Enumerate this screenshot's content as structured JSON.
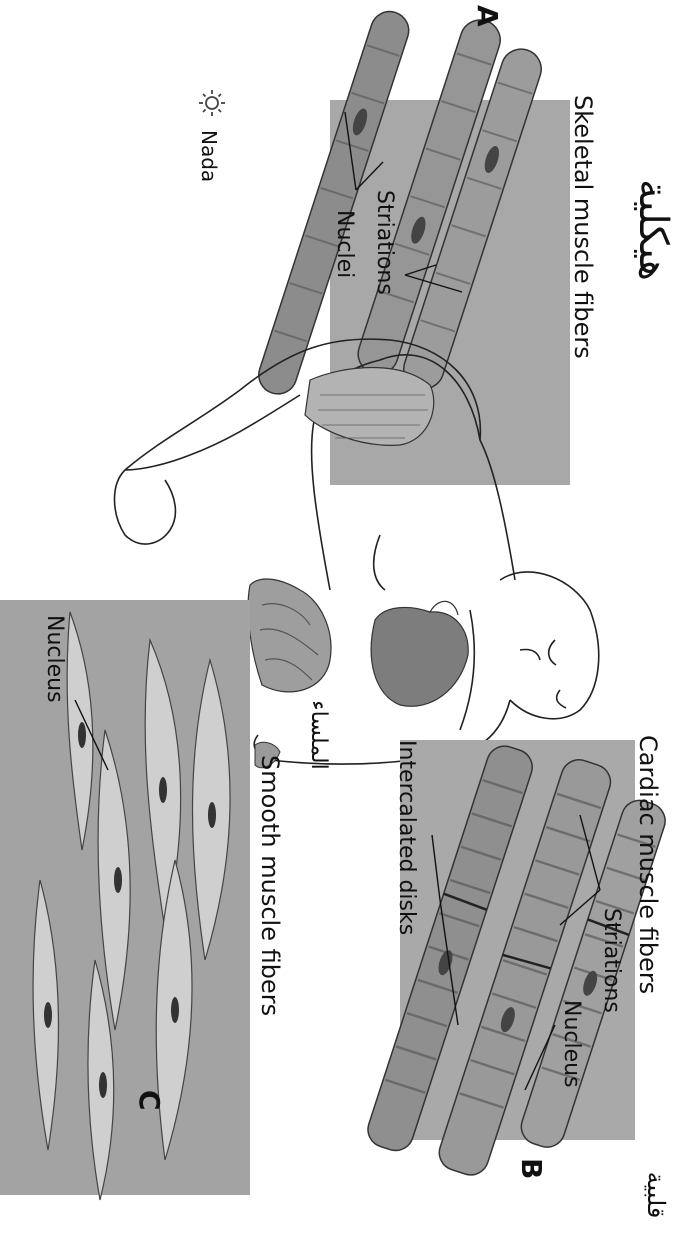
{
  "panels": {
    "skeletal": {
      "letter": "A",
      "title": "Skeletal muscle fibers",
      "labels": [
        "Striations",
        "Nuclei"
      ],
      "arabic_note": "هيكلية"
    },
    "cardiac": {
      "letter": "B",
      "title": "Cardiac muscle fibers",
      "labels": [
        "Striations",
        "Nucleus",
        "Intercalated disks"
      ],
      "arabic_note": "قلبية"
    },
    "smooth": {
      "letter": "C",
      "title": "Smooth muscle fibers",
      "labels": [
        "Nucleus"
      ],
      "arabic_note": "الملساء"
    }
  },
  "watermark": {
    "icon": "sun-icon",
    "text": "Nada"
  },
  "colors": {
    "panel_bg": "#a9a9a9",
    "fiber": "#8a8a8a",
    "ink": "#111111"
  }
}
